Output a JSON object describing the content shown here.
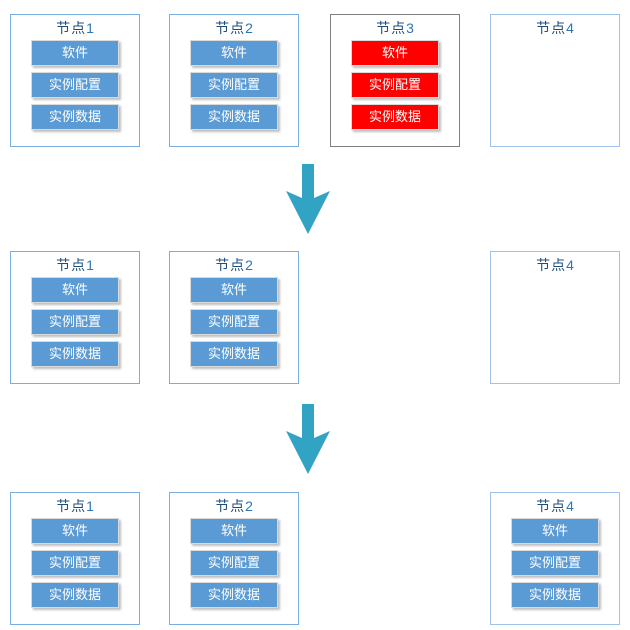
{
  "diagram": {
    "description_colors": {
      "node_border_blue": "#7aaedd",
      "node_border_light_blue": "#9dc3e6",
      "node_border_failed_gray": "#7f7f7f",
      "block_blue": "#5b9bd5",
      "block_failed_red": "#ff0000",
      "block_text": "#ffffff",
      "title_text": "#1f4e79",
      "title_number": "#2e75b6",
      "arrow_teal": "#33a3c3",
      "background": "#ffffff"
    },
    "rows": [
      {
        "nodes": [
          {
            "title": "节点",
            "number": "1",
            "status": "normal",
            "buttons": [
              "软件",
              "实例配置",
              "实例数据"
            ]
          },
          {
            "title": "节点",
            "number": "2",
            "status": "normal",
            "buttons": [
              "软件",
              "实例配置",
              "实例数据"
            ]
          },
          {
            "title": "节点",
            "number": "3",
            "status": "failed",
            "buttons": [
              "软件",
              "实例配置",
              "实例数据"
            ]
          },
          {
            "title": "节点",
            "number": "4",
            "status": "empty",
            "buttons": []
          }
        ]
      },
      {
        "nodes": [
          {
            "title": "节点",
            "number": "1",
            "status": "normal",
            "buttons": [
              "软件",
              "实例配置",
              "实例数据"
            ]
          },
          {
            "title": "节点",
            "number": "2",
            "status": "normal",
            "buttons": [
              "软件",
              "实例配置",
              "实例数据"
            ]
          },
          {
            "title": "节点",
            "number": "4",
            "status": "empty",
            "buttons": []
          }
        ]
      },
      {
        "nodes": [
          {
            "title": "节点",
            "number": "1",
            "status": "normal",
            "buttons": [
              "软件",
              "实例配置",
              "实例数据"
            ]
          },
          {
            "title": "节点",
            "number": "2",
            "status": "normal",
            "buttons": [
              "软件",
              "实例配置",
              "实例数据"
            ]
          },
          {
            "title": "节点",
            "number": "4",
            "status": "normal",
            "buttons": [
              "软件",
              "实例配置",
              "实例数据"
            ]
          }
        ]
      }
    ],
    "arrows": [
      {
        "icon": "down-arrow"
      },
      {
        "icon": "down-arrow"
      }
    ]
  }
}
